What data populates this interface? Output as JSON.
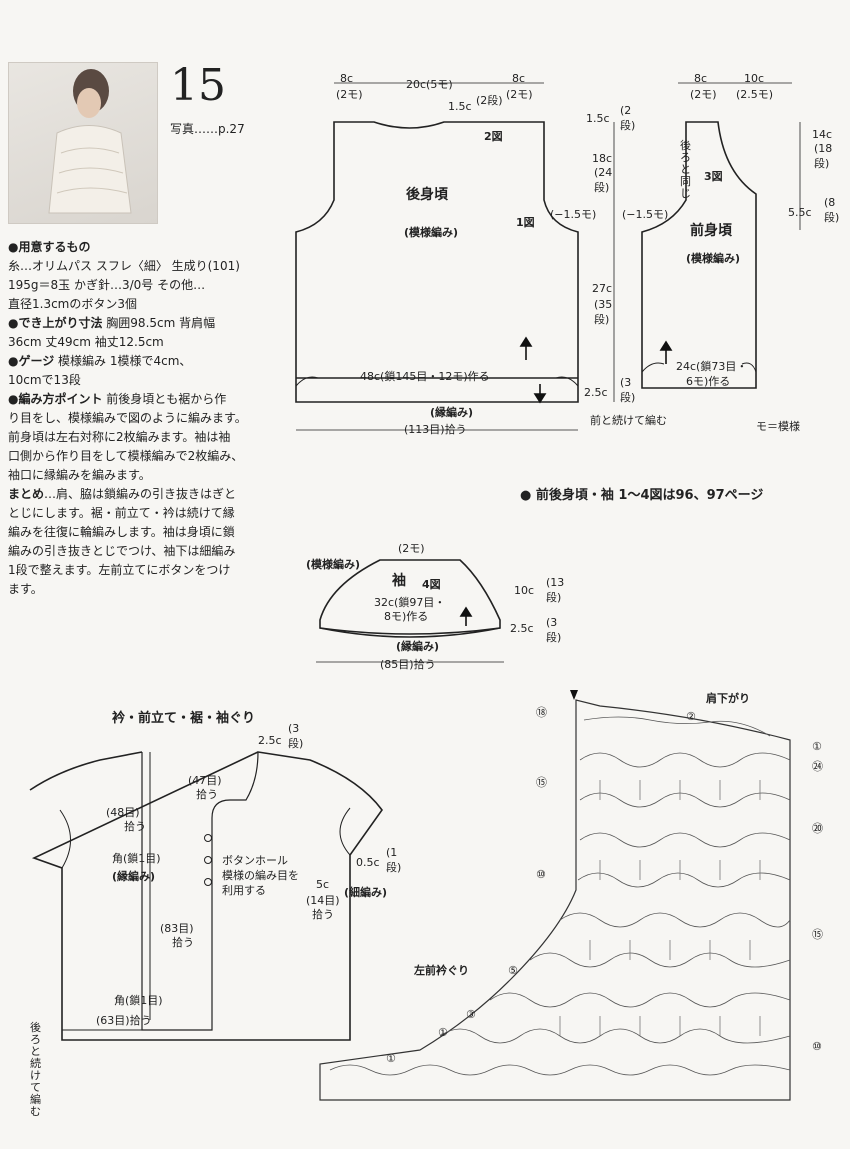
{
  "header": {
    "number": "15",
    "photo_ref": "写真……p.27"
  },
  "materials": [
    {
      "label": "●用意するもの",
      "text": ""
    },
    {
      "label": "",
      "text": "糸…オリムパス スフレ〈細〉 生成り(101)"
    },
    {
      "label": "",
      "text": "195g＝8玉  かぎ針…3/0号  その他…"
    },
    {
      "label": "",
      "text": "直径1.3cmのボタン3個"
    },
    {
      "label": "●でき上がり寸法",
      "text": " 胸囲98.5cm 背肩幅"
    },
    {
      "label": "",
      "text": "36cm 丈49cm 袖丈12.5cm"
    },
    {
      "label": "●ゲージ",
      "text": " 模様編み 1模様で4cm、"
    },
    {
      "label": "",
      "text": "10cmで13段"
    },
    {
      "label": "●編み方ポイント",
      "text": " 前後身頃とも裾から作"
    },
    {
      "label": "",
      "text": "り目をし、模様編みで図のように編みます。"
    },
    {
      "label": "",
      "text": "前身頃は左右対称に2枚編みます。袖は袖"
    },
    {
      "label": "",
      "text": "口側から作り目をして模様編みで2枚編み、"
    },
    {
      "label": "",
      "text": "袖口に縁編みを編みます。"
    },
    {
      "label": "まとめ",
      "text": "…肩、脇は鎖編みの引き抜きはぎと"
    },
    {
      "label": "",
      "text": "とじにします。裾・前立て・衿は続けて縁"
    },
    {
      "label": "",
      "text": "編みを往復に輪編みします。袖は身頃に鎖"
    },
    {
      "label": "",
      "text": "編みの引き抜きとじでつけ、袖下は細編み"
    },
    {
      "label": "",
      "text": "1段で整えます。左前立てにボタンをつけ"
    },
    {
      "label": "",
      "text": "ます。"
    }
  ],
  "back": {
    "title": "後身頃",
    "pattern": "(模様編み)",
    "fig1": "1図",
    "fig2": "2図",
    "top_left": "8c",
    "top_left_m": "(2モ)",
    "top_mid": "20c(5モ)",
    "top_right": "8c",
    "top_right_m": "(2モ)",
    "neck": "1.5c",
    "neck_r": "(2段)",
    "side_dec": "(−1.5モ)",
    "hem_cast": "48c(鎖145目・12モ)作る",
    "border": "(縁編み)",
    "pickup": "(113目)拾う"
  },
  "front": {
    "title": "前身頃",
    "pattern": "(模様編み)",
    "fig3": "3図",
    "top_l": "8c",
    "top_l_m": "(2モ)",
    "top_r": "10c",
    "top_r_m": "(2.5モ)",
    "side_dec": "(−1.5モ)",
    "same": "後ろと同じ",
    "cast": "24c(鎖73目・",
    "cast2": "6モ)作る",
    "continue": "前と続けて編む",
    "legend": "モ＝模様"
  },
  "dims": {
    "d1": "1.5c",
    "d1r": "(2段)",
    "d2": "18c",
    "d2r": "(24段)",
    "d3": "27c",
    "d3r": "(35段)",
    "d4": "2.5c",
    "d4r": "(3段)",
    "d5": "14c",
    "d5r": "(18段)",
    "d6": "5.5c",
    "d6r": "(8段)"
  },
  "caption": "● 前後身頃・袖 1〜4図は96、97ページ",
  "sleeve": {
    "pattern": "(模様編み)",
    "top": "(2モ)",
    "title": "袖",
    "fig": "4図",
    "cast": "32c(鎖97目・",
    "cast2": "8モ)作る",
    "border": "(縁編み)",
    "pickup": "(85目)拾う",
    "h1": "10c",
    "h1r": "(13段)",
    "h2": "2.5c",
    "h2r": "(3段)"
  },
  "assembly": {
    "title": "衿・前立て・裾・袖ぐり",
    "top": "2.5c",
    "top_r": "(3段)",
    "collar": "(47目)",
    "collar2": "拾う",
    "front48": "(48目)",
    "front48b": "拾う",
    "corner": "角(鎖1目)",
    "border": "(縁編み)",
    "buttonhole": "ボタンホール",
    "buttonhole2": "模様の編み目を",
    "buttonhole3": "利用する",
    "pick83": "(83目)",
    "pick83b": "拾う",
    "corner2": "角(鎖1目)",
    "pick63": "(63目)拾う",
    "cont": "後ろと続けて編む",
    "arm1": "0.5c",
    "arm1r": "(1段)",
    "arm2": "5c",
    "arm3": "(14目)",
    "arm4": "拾う",
    "arm5": "(細編み)"
  },
  "chart": {
    "shoulder": "肩下がり",
    "neckline": "左前衿ぐり",
    "markers_left": [
      "⑱",
      "⑮",
      "⑩",
      "⑤",
      "③",
      "①",
      "①"
    ],
    "markers_right": [
      "①",
      "㉔",
      "⑳",
      "⑮",
      "⑩"
    ],
    "marker_top": "②"
  },
  "colors": {
    "line": "#222222",
    "arrow": "#111111"
  }
}
